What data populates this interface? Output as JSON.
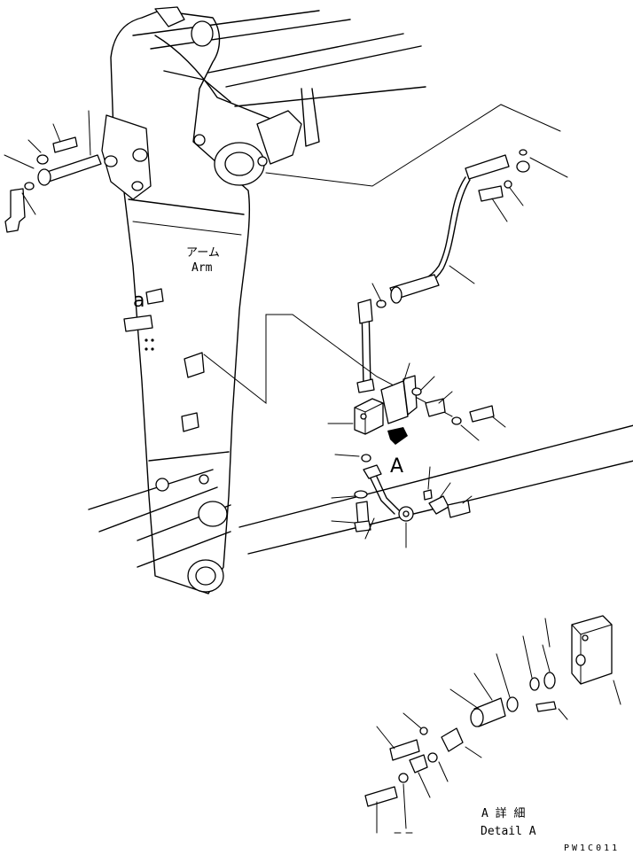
{
  "labels": {
    "arm_jp": "アーム",
    "arm_en": "Arm",
    "view_marker": "A",
    "small_a": "a",
    "detail_jp": "A 詳 細",
    "detail_en": "Detail A",
    "drawing_code": "PW1C011"
  }
}
